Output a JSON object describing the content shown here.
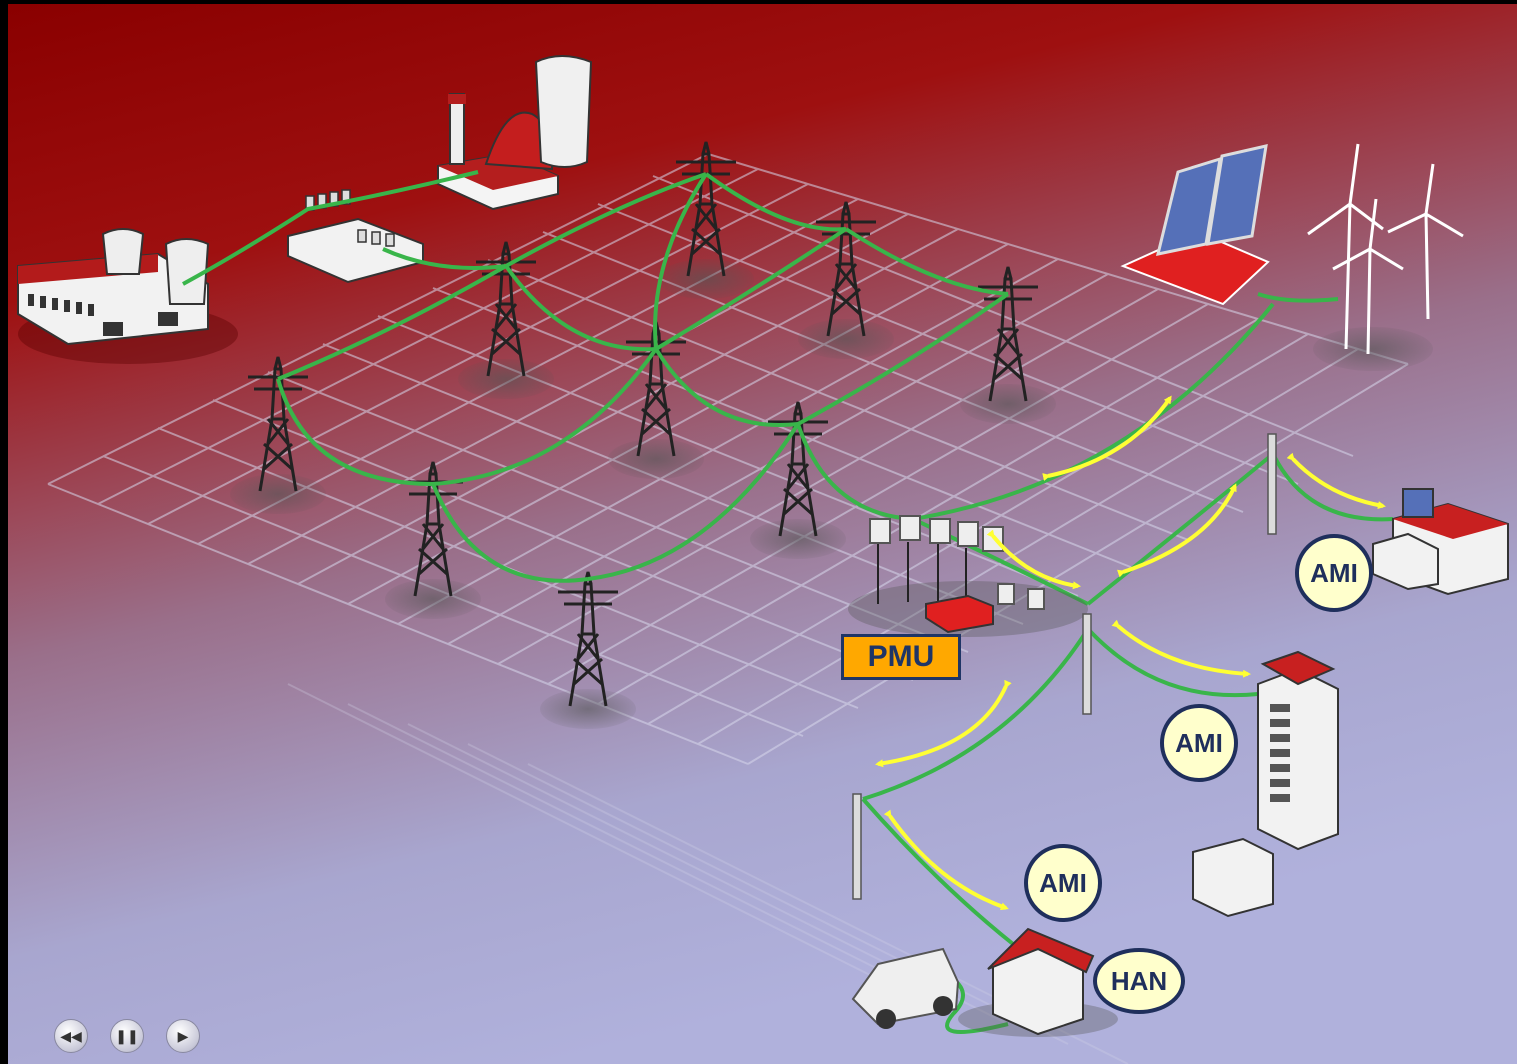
{
  "labels": {
    "pmu": "PMU",
    "ami_factory": "AMI",
    "ami_office": "AMI",
    "ami_house": "AMI",
    "han": "HAN"
  },
  "controls": {
    "rewind_icon": "rewind-icon",
    "pause_icon": "pause-icon",
    "play_icon": "play-icon"
  },
  "colors": {
    "background_top": "#8b0000",
    "background_bottom": "#a9a9d6",
    "power_line": "#39b54a",
    "communication_arrow": "#ffff33",
    "badge_fill": "#ffffcc",
    "badge_border": "#1f2f5c",
    "pmu_fill": "#ffa800"
  }
}
